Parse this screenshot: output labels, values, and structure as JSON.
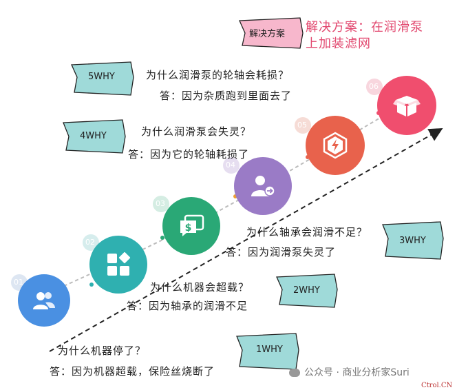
{
  "solution": {
    "label": "解决方案",
    "text": "解决方案：在润滑泵上加装滤网"
  },
  "steps": [
    {
      "tag": "5WHY",
      "question": "为什么润滑泵的轮轴会耗损？",
      "answer": "答：因为杂质跑到里面去了"
    },
    {
      "tag": "4WHY",
      "question": "为什么润滑泵会失灵？",
      "answer": "答：因为它的轮轴耗损了"
    },
    {
      "tag": "3WHY",
      "question": "为什么轴承会润滑不足？",
      "answer": "答：因为润滑泵失灵了"
    },
    {
      "tag": "2WHY",
      "question": "为什么机器会超载？",
      "answer": "答：因为轴承的润滑不足"
    },
    {
      "tag": "1WHY",
      "question": "为什么机器停了？",
      "answer": "答：因为机器超载，保险丝烧断了"
    }
  ],
  "circles": [
    {
      "num": "01",
      "icon": "users-icon",
      "color": "#4a90e2"
    },
    {
      "num": "02",
      "icon": "apps-icon",
      "color": "#2fb0b0"
    },
    {
      "num": "03",
      "icon": "chat-dollar-icon",
      "color": "#2aa876"
    },
    {
      "num": "04",
      "icon": "user-arrow-icon",
      "color": "#9a7bc6"
    },
    {
      "num": "05",
      "icon": "bolt-shield-icon",
      "color": "#e8624c"
    },
    {
      "num": "06",
      "icon": "box-icon",
      "color": "#f04e6e"
    }
  ],
  "watermark": "公众号 · 商业分析家Suri",
  "watermark2": "Ctrol.CN",
  "colors": {
    "tag_fill": "#9fdad9",
    "solution_fill": "#f7b7cc",
    "solution_text": "#e2486f"
  }
}
